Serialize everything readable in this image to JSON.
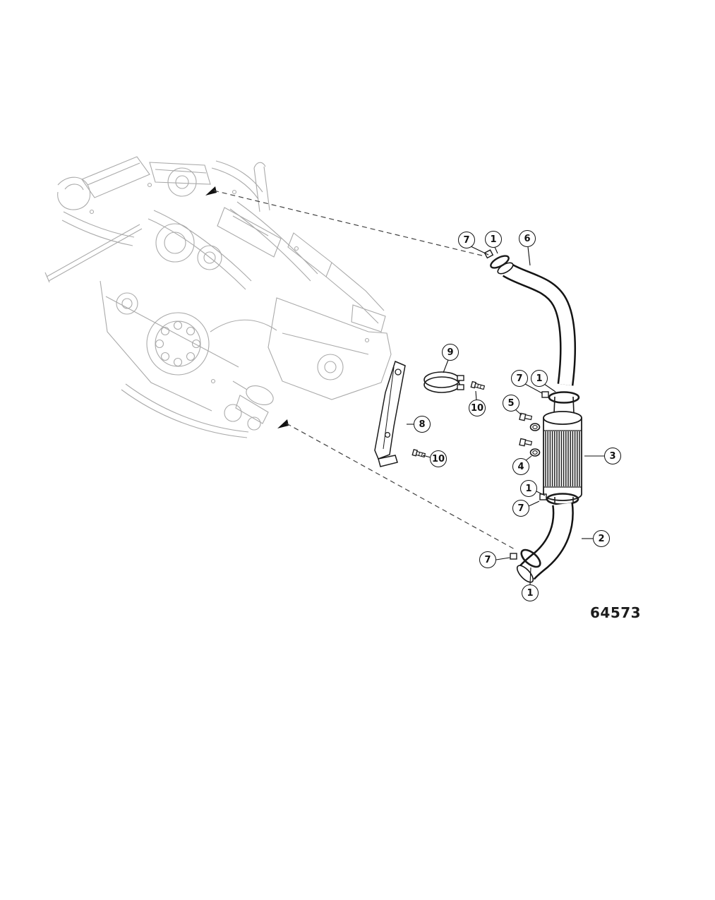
{
  "figure": {
    "number": "64573"
  },
  "callouts": [
    {
      "label": "7"
    },
    {
      "label": "1"
    },
    {
      "label": "6"
    },
    {
      "label": "9"
    },
    {
      "label": "10"
    },
    {
      "label": "8"
    },
    {
      "label": "10"
    },
    {
      "label": "7"
    },
    {
      "label": "1"
    },
    {
      "label": "5"
    },
    {
      "label": "4"
    },
    {
      "label": "3"
    },
    {
      "label": "1"
    },
    {
      "label": "7"
    },
    {
      "label": "2"
    },
    {
      "label": "7"
    },
    {
      "label": "1"
    }
  ]
}
